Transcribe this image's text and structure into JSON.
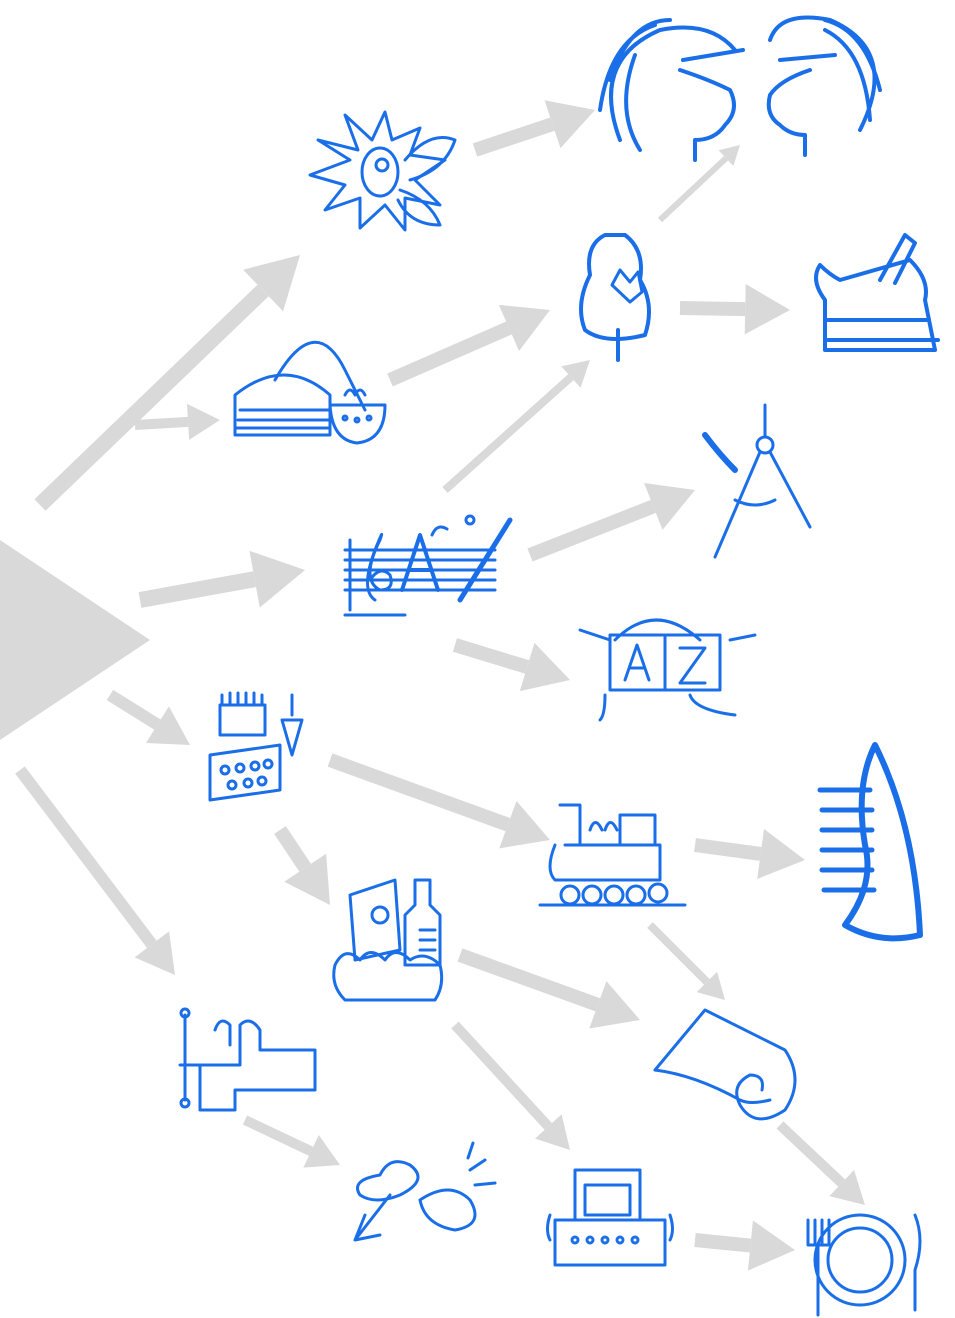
{
  "diagram": {
    "kind": "flow-of-pictograms",
    "arrow_color": "#d9d9d9",
    "icon_color": "#1a6fe8",
    "start_marker": "triangle-play-icon",
    "nodes": [
      {
        "id": "n1",
        "icon": "wild-sun-face-icon"
      },
      {
        "id": "n2",
        "icon": "two-faces-talking-icon"
      },
      {
        "id": "n3",
        "icon": "sewing-mannequin-icon"
      },
      {
        "id": "n4",
        "icon": "carpenter-plane-icon"
      },
      {
        "id": "n5",
        "icon": "cooking-pot-colander-icon"
      },
      {
        "id": "n6",
        "icon": "drafting-compass-icon"
      },
      {
        "id": "n7",
        "icon": "music-letter-brush-icon"
      },
      {
        "id": "n8",
        "icon": "alphabet-book-reader-icon"
      },
      {
        "id": "n9",
        "icon": "brush-brick-plumb-icon"
      },
      {
        "id": "n10",
        "icon": "locomotive-icon"
      },
      {
        "id": "n11",
        "icon": "comb-icon"
      },
      {
        "id": "n12",
        "icon": "grocery-bag-bottle-icon"
      },
      {
        "id": "n13",
        "icon": "paper-roll-icon"
      },
      {
        "id": "n14",
        "icon": "bench-vise-icon"
      },
      {
        "id": "n15",
        "icon": "bake-splash-icon"
      },
      {
        "id": "n16",
        "icon": "typewriter-icon"
      },
      {
        "id": "n17",
        "icon": "plate-fork-knife-icon"
      }
    ],
    "edges": [
      {
        "from": "start",
        "to": "n1"
      },
      {
        "from": "start",
        "to": "n5"
      },
      {
        "from": "start",
        "to": "n7"
      },
      {
        "from": "start",
        "to": "n9"
      },
      {
        "from": "start",
        "to": "n14"
      },
      {
        "from": "n1",
        "to": "n2"
      },
      {
        "from": "n3",
        "to": "n2"
      },
      {
        "from": "n3",
        "to": "n4"
      },
      {
        "from": "n5",
        "to": "n3"
      },
      {
        "from": "n7",
        "to": "n3"
      },
      {
        "from": "n7",
        "to": "n6"
      },
      {
        "from": "n7",
        "to": "n8"
      },
      {
        "from": "n9",
        "to": "n10"
      },
      {
        "from": "n9",
        "to": "n12"
      },
      {
        "from": "n10",
        "to": "n11"
      },
      {
        "from": "n10",
        "to": "n13"
      },
      {
        "from": "n12",
        "to": "n13"
      },
      {
        "from": "n12",
        "to": "n16"
      },
      {
        "from": "n13",
        "to": "n17"
      },
      {
        "from": "n14",
        "to": "n15"
      },
      {
        "from": "n16",
        "to": "n17"
      }
    ]
  }
}
